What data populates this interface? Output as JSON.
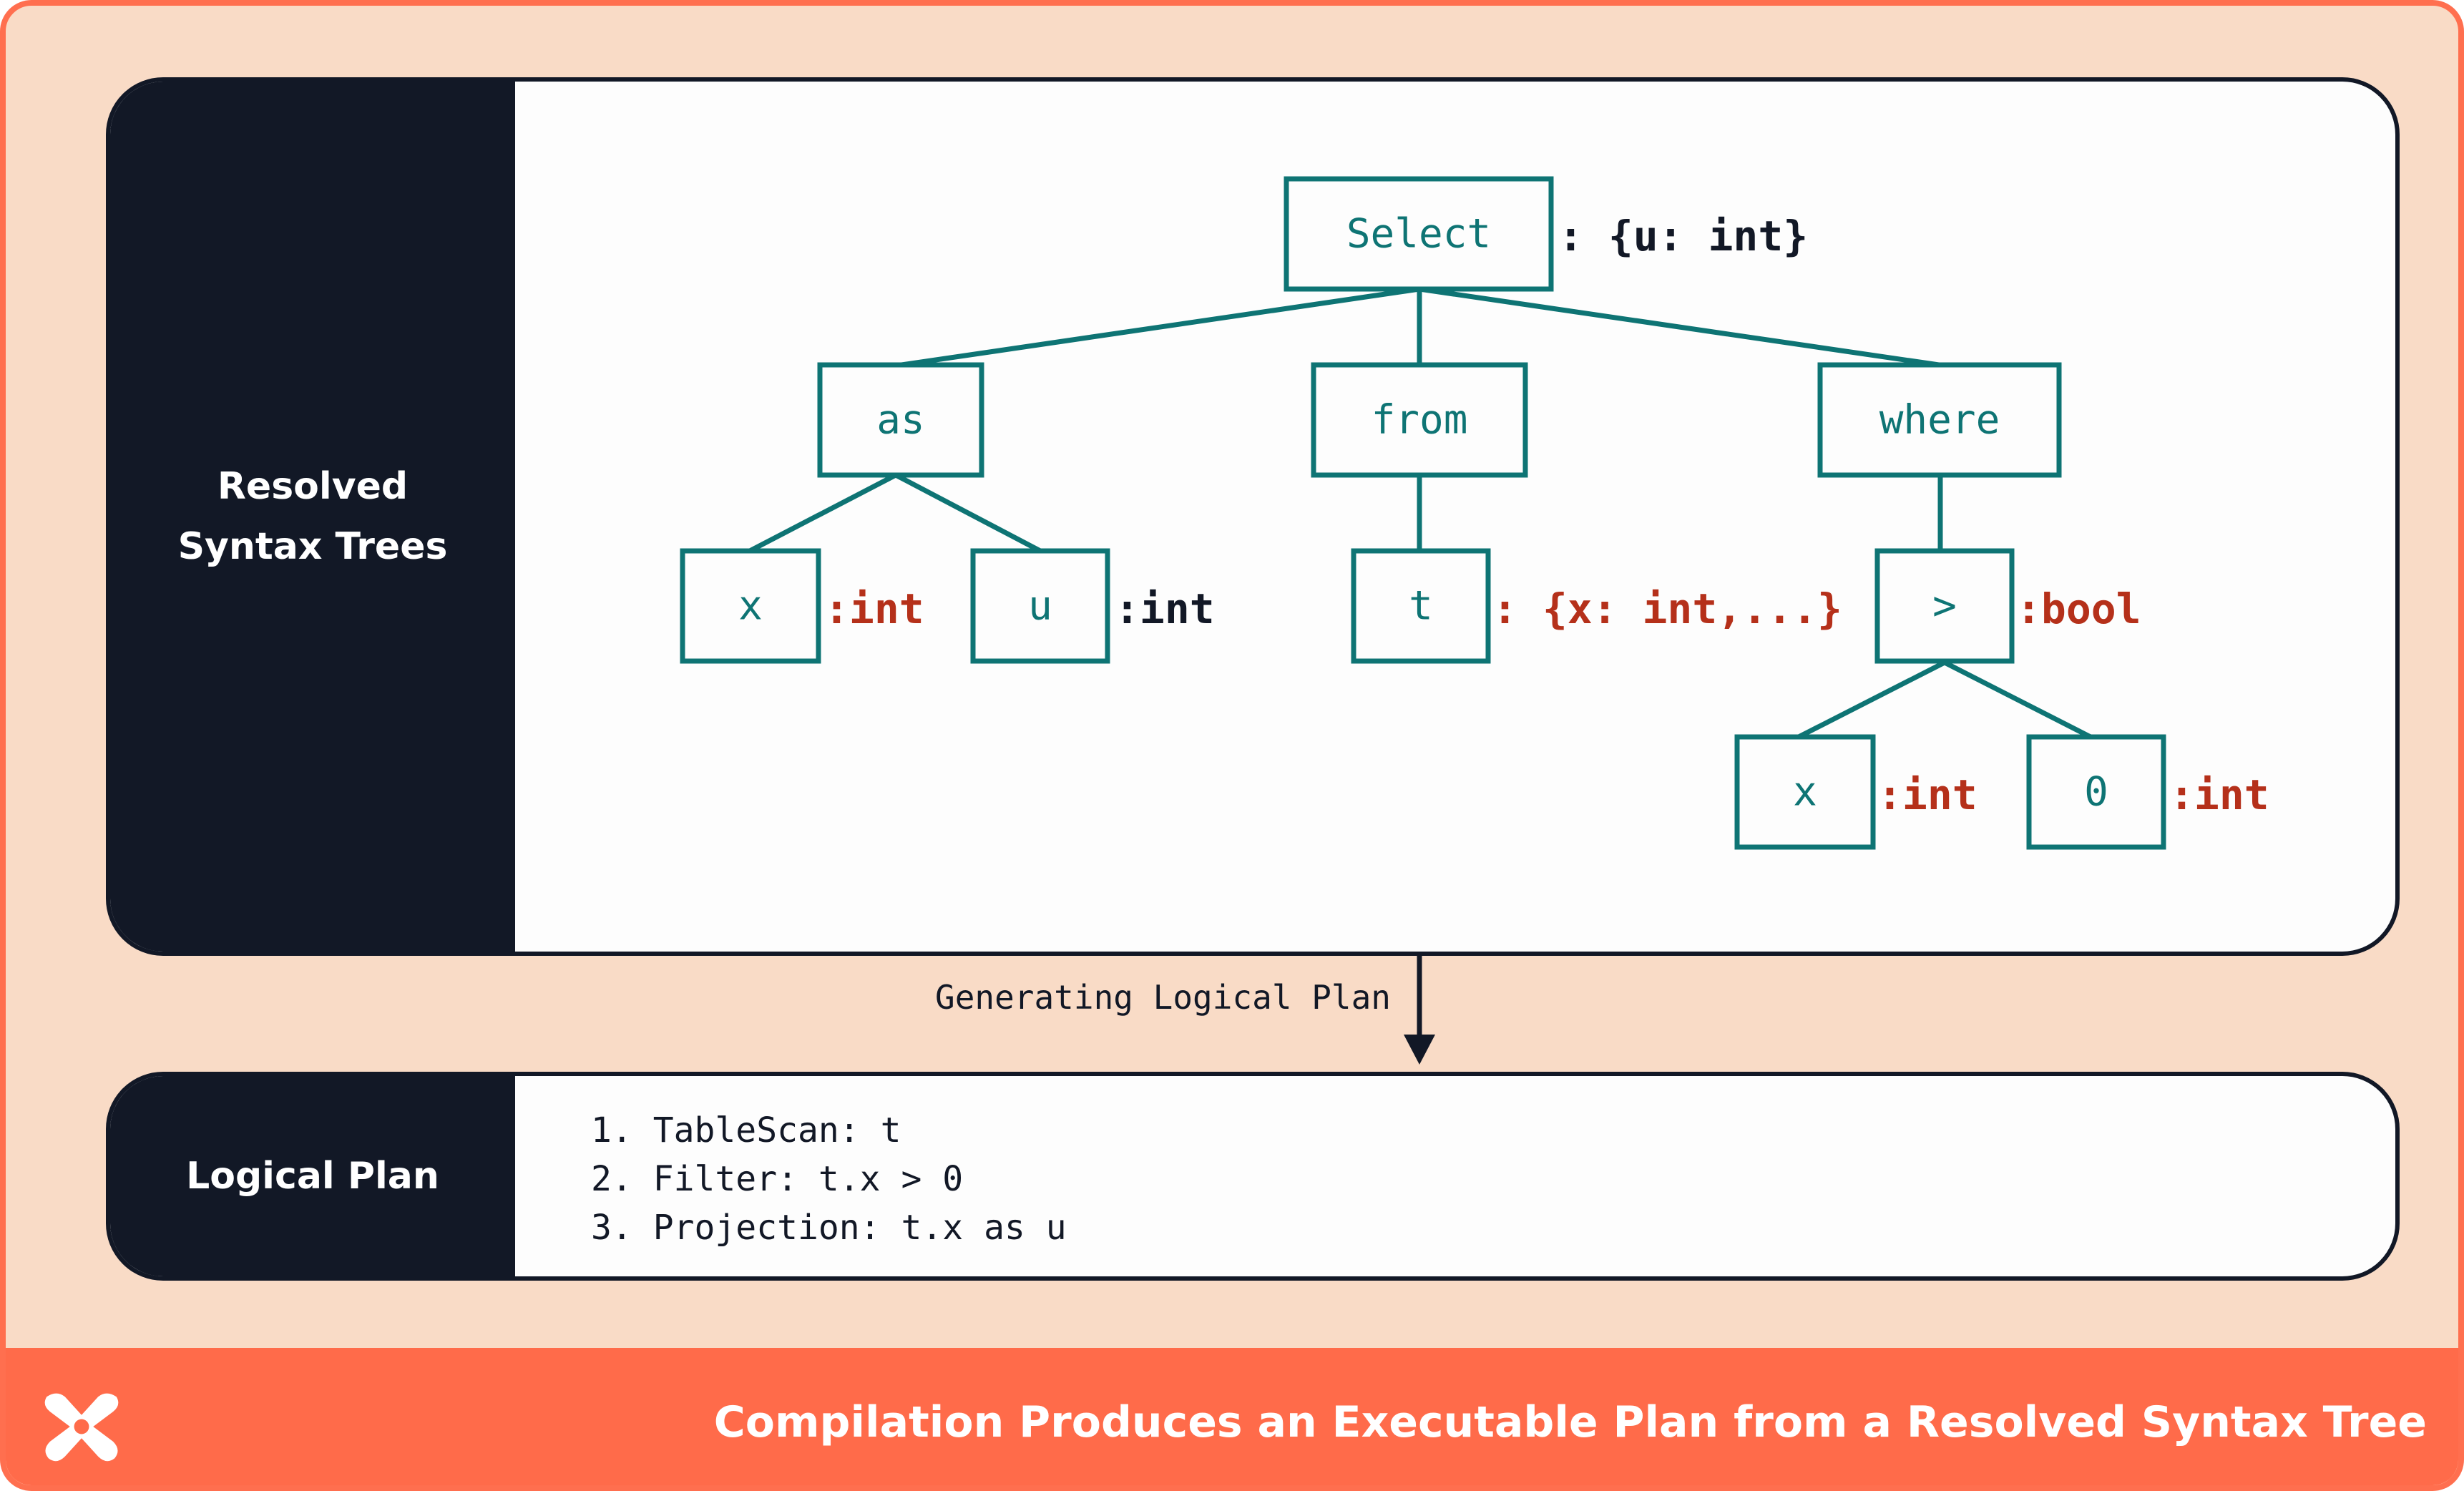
{
  "footer": {
    "title": "Compilation Produces an Executable Plan from a Resolved Syntax Tree",
    "logo_icon": "x-logo-icon"
  },
  "trees_panel": {
    "label_line1": "Resolved",
    "label_line2": "Syntax Trees"
  },
  "tree": {
    "select": {
      "label": "Select",
      "type": ": {u: int}"
    },
    "as": {
      "label": "as"
    },
    "from": {
      "label": "from"
    },
    "where": {
      "label": "where"
    },
    "as_x": {
      "label": "x",
      "type": ":int"
    },
    "as_u": {
      "label": "u",
      "type": ":int"
    },
    "from_t": {
      "label": "t",
      "type": ": {x: int,...}"
    },
    "gt": {
      "label": ">",
      "type": ":bool"
    },
    "gt_x": {
      "label": "x",
      "type": ":int"
    },
    "gt_0": {
      "label": "0",
      "type": ":int"
    }
  },
  "arrow": {
    "label": "Generating Logical Plan"
  },
  "plan_panel": {
    "label": "Logical Plan",
    "steps": [
      "1. TableScan: t",
      "2. Filter: t.x > 0",
      "3. Projection: t.x as u"
    ]
  },
  "colors": {
    "background": "#f9dbc6",
    "accent": "#ff6b4a",
    "dark": "#121826",
    "node": "#0e7474",
    "type_red": "#b5301a"
  }
}
